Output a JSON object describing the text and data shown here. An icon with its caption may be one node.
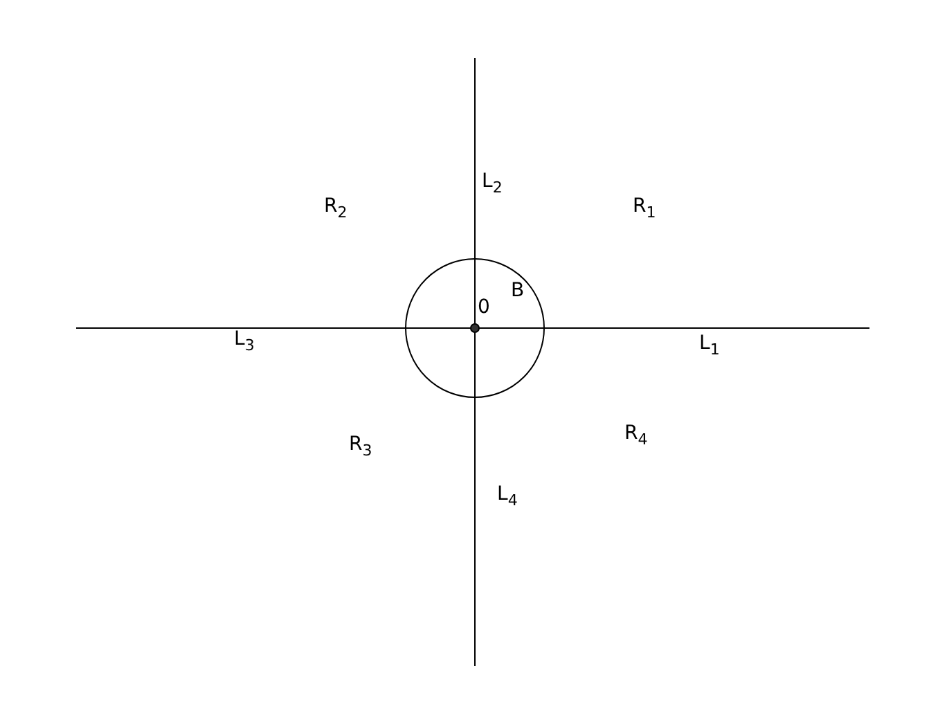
{
  "diagram": {
    "labels": [
      "L$_{2}$",
      "R$_{2}$",
      "R$_{1}$",
      "B",
      "0",
      "L$_{3}$",
      "L$_{1}$",
      "R$_{3}$",
      "R$_{4}$",
      "L$_{4}$"
    ]
  }
}
